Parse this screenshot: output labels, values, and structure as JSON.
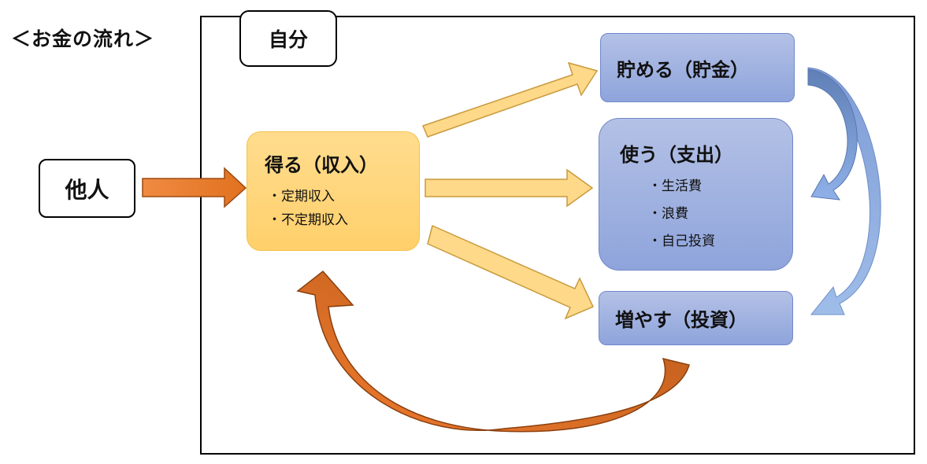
{
  "heading": "＜お金の流れ＞",
  "frame_label": "自分",
  "source_label": "他人",
  "earn": {
    "title": "得る（収入）",
    "items": [
      "・定期収入",
      "・不定期収入"
    ]
  },
  "save": {
    "title": "貯める（貯金）"
  },
  "spend": {
    "title": "使う（支出）",
    "items": [
      "・生活費",
      "・浪費",
      "・自己投資"
    ]
  },
  "invest": {
    "title": "増やす（投資）"
  },
  "colors": {
    "earn_fill": "#ffd06b",
    "box_blue": "#8ea4db",
    "arrow_orange": "#ed7d31",
    "arrow_light_orange": "#ffd98a"
  }
}
